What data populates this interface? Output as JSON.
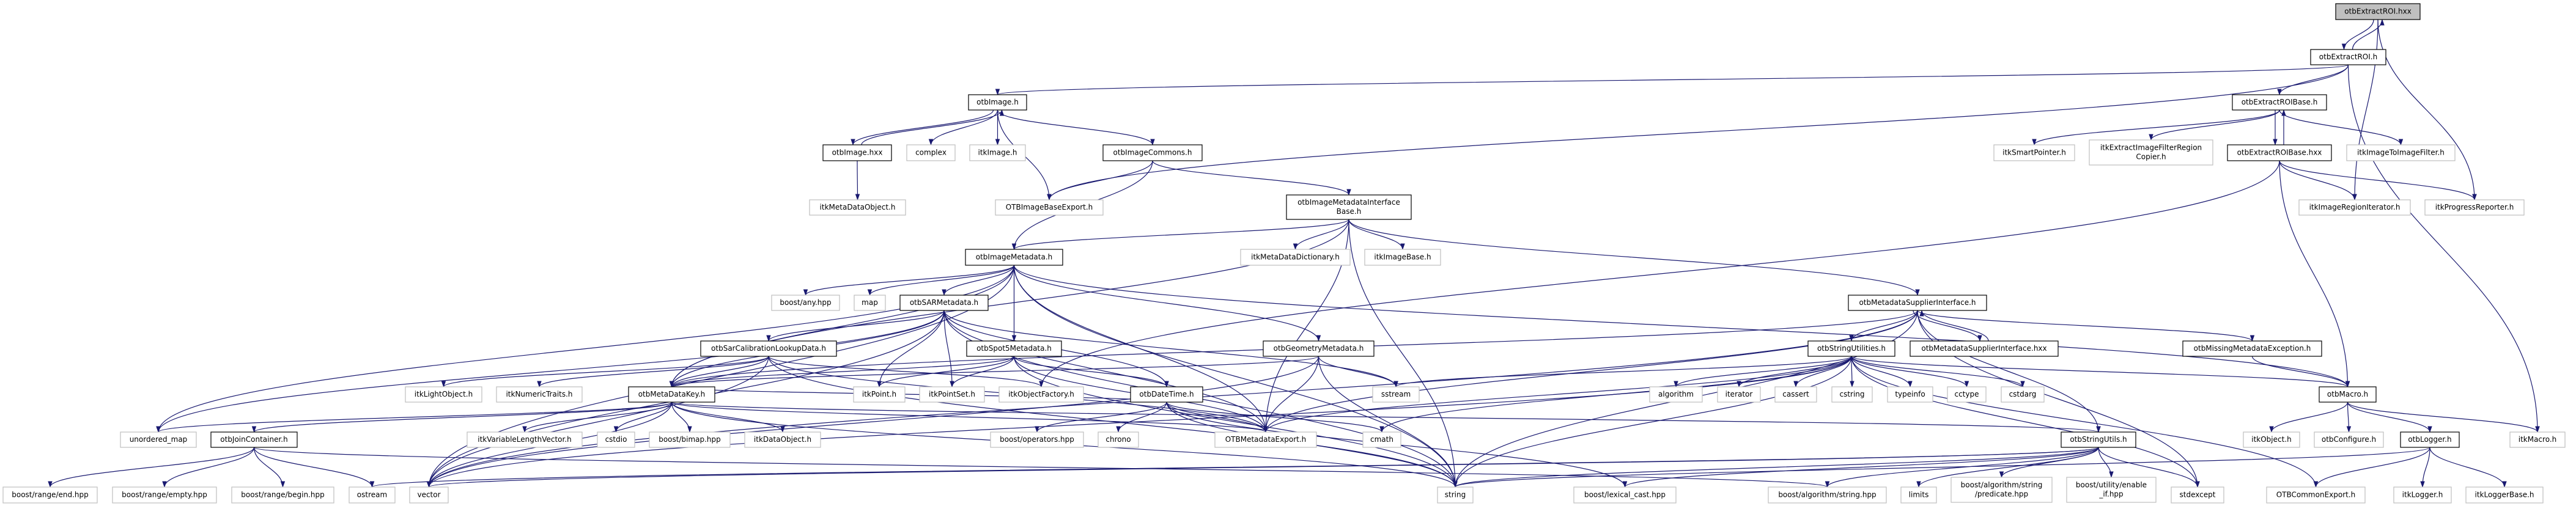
{
  "graph": {
    "edge_color": "#191970",
    "root_fill": "#bfbfbf",
    "documented_border": "#000000",
    "external_border": "#bfbfbf",
    "nodes": [
      {
        "id": "extractroi_hxx",
        "label": "otbExtractROI.hxx",
        "kind": "root"
      },
      {
        "id": "extractroi_h",
        "label": "otbExtractROI.h",
        "kind": "documented"
      },
      {
        "id": "otbimage_h",
        "label": "otbImage.h",
        "kind": "documented"
      },
      {
        "id": "extractroibase_h",
        "label": "otbExtractROIBase.h",
        "kind": "documented"
      },
      {
        "id": "otbimage_hxx",
        "label": "otbImage.hxx",
        "kind": "documented"
      },
      {
        "id": "complex",
        "label": "complex",
        "kind": "external"
      },
      {
        "id": "itkimage_h",
        "label": "itkImage.h",
        "kind": "external"
      },
      {
        "id": "imagecommons",
        "label": "otbImageCommons.h",
        "kind": "documented"
      },
      {
        "id": "itksmartpointer",
        "label": "itkSmartPointer.h",
        "kind": "external"
      },
      {
        "id": "itkextractcopier",
        "label": "itkExtractImageFilterRegion\nCopier.h",
        "kind": "external"
      },
      {
        "id": "extractroibase_hxx",
        "label": "otbExtractROIBase.hxx",
        "kind": "documented"
      },
      {
        "id": "itkimagetoimagefilter",
        "label": "itkImageToImageFilter.h",
        "kind": "external"
      },
      {
        "id": "itkmetadataobject",
        "label": "itkMetaDataObject.h",
        "kind": "external"
      },
      {
        "id": "otbimagebaseexport",
        "label": "OTBImageBaseExport.h",
        "kind": "external"
      },
      {
        "id": "imibase",
        "label": "otbImageMetadataInterface\nBase.h",
        "kind": "documented"
      },
      {
        "id": "itkimageregioniterator",
        "label": "itkImageRegionIterator.h",
        "kind": "external"
      },
      {
        "id": "itkprogressreporter",
        "label": "itkProgressReporter.h",
        "kind": "external"
      },
      {
        "id": "imagemetadata",
        "label": "otbImageMetadata.h",
        "kind": "documented"
      },
      {
        "id": "itkmetadatadictionary",
        "label": "itkMetaDataDictionary.h",
        "kind": "external"
      },
      {
        "id": "itkimagebase",
        "label": "itkImageBase.h",
        "kind": "external"
      },
      {
        "id": "boostany",
        "label": "boost/any.hpp",
        "kind": "external"
      },
      {
        "id": "map",
        "label": "map",
        "kind": "external"
      },
      {
        "id": "sarmetadata",
        "label": "otbSARMetadata.h",
        "kind": "documented"
      },
      {
        "id": "msi_h",
        "label": "otbMetadataSupplierInterface.h",
        "kind": "documented"
      },
      {
        "id": "sarcalib",
        "label": "otbSarCalibrationLookupData.h",
        "kind": "documented"
      },
      {
        "id": "spot5",
        "label": "otbSpot5Metadata.h",
        "kind": "documented"
      },
      {
        "id": "geometry",
        "label": "otbGeometryMetadata.h",
        "kind": "documented"
      },
      {
        "id": "stringutilities",
        "label": "otbStringUtilities.h",
        "kind": "documented"
      },
      {
        "id": "msi_hxx",
        "label": "otbMetadataSupplierInterface.hxx",
        "kind": "documented"
      },
      {
        "id": "missingexc",
        "label": "otbMissingMetadataException.h",
        "kind": "documented"
      },
      {
        "id": "itklightobject",
        "label": "itkLightObject.h",
        "kind": "external"
      },
      {
        "id": "itknumerictraits",
        "label": "itkNumericTraits.h",
        "kind": "external"
      },
      {
        "id": "metadatakey",
        "label": "otbMetaDataKey.h",
        "kind": "documented"
      },
      {
        "id": "itkpoint",
        "label": "itkPoint.h",
        "kind": "external"
      },
      {
        "id": "itkpointset",
        "label": "itkPointSet.h",
        "kind": "external"
      },
      {
        "id": "itkobjectfactory",
        "label": "itkObjectFactory.h",
        "kind": "external"
      },
      {
        "id": "datetime",
        "label": "otbDateTime.h",
        "kind": "documented"
      },
      {
        "id": "sstream",
        "label": "sstream",
        "kind": "external"
      },
      {
        "id": "algorithm",
        "label": "algorithm",
        "kind": "external"
      },
      {
        "id": "iterator",
        "label": "iterator",
        "kind": "external"
      },
      {
        "id": "cassert",
        "label": "cassert",
        "kind": "external"
      },
      {
        "id": "cstring",
        "label": "cstring",
        "kind": "external"
      },
      {
        "id": "typeinfo",
        "label": "typeinfo",
        "kind": "external"
      },
      {
        "id": "cctype",
        "label": "cctype",
        "kind": "external"
      },
      {
        "id": "cstdarg",
        "label": "cstdarg",
        "kind": "external"
      },
      {
        "id": "otbmacro",
        "label": "otbMacro.h",
        "kind": "documented"
      },
      {
        "id": "unordered_map",
        "label": "unordered_map",
        "kind": "external"
      },
      {
        "id": "joincontainer",
        "label": "otbJoinContainer.h",
        "kind": "documented"
      },
      {
        "id": "itkvariablelengthvector",
        "label": "itkVariableLengthVector.h",
        "kind": "external"
      },
      {
        "id": "cstdio",
        "label": "cstdio",
        "kind": "external"
      },
      {
        "id": "boostbimap",
        "label": "boost/bimap.hpp",
        "kind": "external"
      },
      {
        "id": "itkdataobject",
        "label": "itkDataObject.h",
        "kind": "external"
      },
      {
        "id": "boostoperators",
        "label": "boost/operators.hpp",
        "kind": "external"
      },
      {
        "id": "chrono",
        "label": "chrono",
        "kind": "external"
      },
      {
        "id": "otbmetadataexport",
        "label": "OTBMetadataExport.h",
        "kind": "external"
      },
      {
        "id": "cmath",
        "label": "cmath",
        "kind": "external"
      },
      {
        "id": "stringutils",
        "label": "otbStringUtils.h",
        "kind": "documented"
      },
      {
        "id": "itkobject",
        "label": "itkObject.h",
        "kind": "external"
      },
      {
        "id": "otbconfigure",
        "label": "otbConfigure.h",
        "kind": "external"
      },
      {
        "id": "otblogger",
        "label": "otbLogger.h",
        "kind": "documented"
      },
      {
        "id": "itkmacro",
        "label": "itkMacro.h",
        "kind": "external"
      },
      {
        "id": "rangeend",
        "label": "boost/range/end.hpp",
        "kind": "external"
      },
      {
        "id": "rangeempty",
        "label": "boost/range/empty.hpp",
        "kind": "external"
      },
      {
        "id": "rangebegin",
        "label": "boost/range/begin.hpp",
        "kind": "external"
      },
      {
        "id": "ostream",
        "label": "ostream",
        "kind": "external"
      },
      {
        "id": "vector",
        "label": "vector",
        "kind": "external"
      },
      {
        "id": "string",
        "label": "string",
        "kind": "external"
      },
      {
        "id": "lexicalcast",
        "label": "boost/lexical_cast.hpp",
        "kind": "external"
      },
      {
        "id": "boostalgostring",
        "label": "boost/algorithm/string.hpp",
        "kind": "external"
      },
      {
        "id": "limits",
        "label": "limits",
        "kind": "external"
      },
      {
        "id": "predicate",
        "label": "boost/algorithm/string\n/predicate.hpp",
        "kind": "external"
      },
      {
        "id": "enableif",
        "label": "boost/utility/enable\n_if.hpp",
        "kind": "external"
      },
      {
        "id": "stdexcept",
        "label": "stdexcept",
        "kind": "external"
      },
      {
        "id": "otbcommonexport",
        "label": "OTBCommonExport.h",
        "kind": "external"
      },
      {
        "id": "itklogger",
        "label": "itkLogger.h",
        "kind": "external"
      },
      {
        "id": "itkloggerbase",
        "label": "itkLoggerBase.h",
        "kind": "external"
      }
    ],
    "edges": [
      [
        "extractroi_hxx",
        "extractroi_h"
      ],
      [
        "extractroi_h",
        "extractroi_hxx"
      ],
      [
        "extractroi_hxx",
        "itkimageregioniterator"
      ],
      [
        "extractroi_hxx",
        "itkprogressreporter"
      ],
      [
        "extractroi_h",
        "otbimage_h"
      ],
      [
        "extractroi_h",
        "otbimagebaseexport"
      ],
      [
        "extractroi_h",
        "extractroibase_h"
      ],
      [
        "extractroi_h",
        "itkmacro"
      ],
      [
        "extractroibase_h",
        "itksmartpointer"
      ],
      [
        "extractroibase_h",
        "itkextractcopier"
      ],
      [
        "extractroibase_h",
        "extractroibase_hxx"
      ],
      [
        "extractroibase_h",
        "itkimagetoimagefilter"
      ],
      [
        "extractroibase_hxx",
        "extractroibase_h"
      ],
      [
        "extractroibase_hxx",
        "itkimageregioniterator"
      ],
      [
        "extractroibase_hxx",
        "itkprogressreporter"
      ],
      [
        "extractroibase_hxx",
        "otbmacro"
      ],
      [
        "extractroibase_hxx",
        "itkobjectfactory"
      ],
      [
        "otbimage_h",
        "otbimage_hxx"
      ],
      [
        "otbimage_hxx",
        "otbimage_h"
      ],
      [
        "otbimage_h",
        "complex"
      ],
      [
        "otbimage_h",
        "itkimage_h"
      ],
      [
        "otbimage_h",
        "otbimagebaseexport"
      ],
      [
        "otbimage_h",
        "imagecommons"
      ],
      [
        "otbimage_hxx",
        "itkmetadataobject"
      ],
      [
        "imagecommons",
        "otbimagebaseexport"
      ],
      [
        "imagecommons",
        "imagemetadata"
      ],
      [
        "imagecommons",
        "imibase"
      ],
      [
        "imibase",
        "imagemetadata"
      ],
      [
        "imibase",
        "itkmetadatadictionary"
      ],
      [
        "imibase",
        "itkimagebase"
      ],
      [
        "imibase",
        "msi_h"
      ],
      [
        "imibase",
        "metadatakey"
      ],
      [
        "imibase",
        "otbmetadataexport"
      ],
      [
        "imibase",
        "string"
      ],
      [
        "imagemetadata",
        "boostany"
      ],
      [
        "imagemetadata",
        "map"
      ],
      [
        "imagemetadata",
        "sarmetadata"
      ],
      [
        "imagemetadata",
        "spot5"
      ],
      [
        "imagemetadata",
        "geometry"
      ],
      [
        "imagemetadata",
        "metadatakey"
      ],
      [
        "imagemetadata",
        "unordered_map"
      ],
      [
        "imagemetadata",
        "vector"
      ],
      [
        "imagemetadata",
        "string"
      ],
      [
        "imagemetadata",
        "otbmetadataexport"
      ],
      [
        "imagemetadata",
        "otbmacro"
      ],
      [
        "sarmetadata",
        "sarcalib"
      ],
      [
        "sarmetadata",
        "itkpoint"
      ],
      [
        "sarmetadata",
        "itkpointset"
      ],
      [
        "sarmetadata",
        "metadatakey"
      ],
      [
        "sarmetadata",
        "otbmetadataexport"
      ],
      [
        "sarmetadata",
        "datetime"
      ],
      [
        "sarmetadata",
        "sstream"
      ],
      [
        "sarmetadata",
        "string"
      ],
      [
        "sarmetadata",
        "vector"
      ],
      [
        "sarmetadata",
        "unordered_map"
      ],
      [
        "sarcalib",
        "itklightobject"
      ],
      [
        "sarcalib",
        "itknumerictraits"
      ],
      [
        "sarcalib",
        "metadatakey"
      ],
      [
        "sarcalib",
        "otbmetadataexport"
      ],
      [
        "sarcalib",
        "itkobjectfactory"
      ],
      [
        "sarcalib",
        "string"
      ],
      [
        "sarcalib",
        "vector"
      ],
      [
        "spot5",
        "itkpoint"
      ],
      [
        "spot5",
        "itkpointset"
      ],
      [
        "spot5",
        "datetime"
      ],
      [
        "spot5",
        "otbmetadataexport"
      ],
      [
        "spot5",
        "string"
      ],
      [
        "spot5",
        "metadatakey"
      ],
      [
        "geometry",
        "metadatakey"
      ],
      [
        "geometry",
        "otbmetadataexport"
      ],
      [
        "geometry",
        "sstream"
      ],
      [
        "geometry",
        "string"
      ],
      [
        "geometry",
        "vector"
      ],
      [
        "metadatakey",
        "unordered_map"
      ],
      [
        "metadatakey",
        "joincontainer"
      ],
      [
        "metadatakey",
        "itkvariablelengthvector"
      ],
      [
        "metadatakey",
        "cstdio"
      ],
      [
        "metadatakey",
        "boostbimap"
      ],
      [
        "metadatakey",
        "itkdataobject"
      ],
      [
        "metadatakey",
        "vector"
      ],
      [
        "metadatakey",
        "string"
      ],
      [
        "metadatakey",
        "stringutils"
      ],
      [
        "metadatakey",
        "otbmetadataexport"
      ],
      [
        "metadatakey",
        "datetime"
      ],
      [
        "joincontainer",
        "rangeend"
      ],
      [
        "joincontainer",
        "rangeempty"
      ],
      [
        "joincontainer",
        "rangebegin"
      ],
      [
        "joincontainer",
        "ostream"
      ],
      [
        "joincontainer",
        "boostalgostring"
      ],
      [
        "datetime",
        "boostoperators"
      ],
      [
        "datetime",
        "chrono"
      ],
      [
        "datetime",
        "otbmetadataexport"
      ],
      [
        "datetime",
        "cmath"
      ],
      [
        "datetime",
        "string"
      ],
      [
        "datetime",
        "lexicalcast"
      ],
      [
        "msi_h",
        "stringutilities"
      ],
      [
        "msi_h",
        "msi_hxx"
      ],
      [
        "msi_hxx",
        "msi_h"
      ],
      [
        "msi_h",
        "missingexc"
      ],
      [
        "msi_h",
        "metadatakey"
      ],
      [
        "msi_h",
        "otbmetadataexport"
      ],
      [
        "msi_h",
        "string"
      ],
      [
        "msi_h",
        "stringutils"
      ],
      [
        "msi_h",
        "stdexcept"
      ],
      [
        "msi_h",
        "vector"
      ],
      [
        "stringutilities",
        "sstream"
      ],
      [
        "stringutilities",
        "algorithm"
      ],
      [
        "stringutilities",
        "iterator"
      ],
      [
        "stringutilities",
        "cassert"
      ],
      [
        "stringutilities",
        "cstring"
      ],
      [
        "stringutilities",
        "typeinfo"
      ],
      [
        "stringutilities",
        "cctype"
      ],
      [
        "stringutilities",
        "cstdarg"
      ],
      [
        "stringutilities",
        "otbmacro"
      ],
      [
        "stringutilities",
        "string"
      ],
      [
        "stringutilities",
        "stdexcept"
      ],
      [
        "stringutilities",
        "otbcommonexport"
      ],
      [
        "stringutilities",
        "cmath"
      ],
      [
        "stringutilities",
        "otbmetadataexport"
      ],
      [
        "stringutilities",
        "vector"
      ],
      [
        "missingexc",
        "otbmacro"
      ],
      [
        "otbmacro",
        "itkobject"
      ],
      [
        "otbmacro",
        "otbconfigure"
      ],
      [
        "otbmacro",
        "otblogger"
      ],
      [
        "otbmacro",
        "itkmacro"
      ],
      [
        "otblogger",
        "otbcommonexport"
      ],
      [
        "otblogger",
        "itklogger"
      ],
      [
        "otblogger",
        "itkloggerbase"
      ],
      [
        "otblogger",
        "string"
      ],
      [
        "stringutils",
        "boostalgostring"
      ],
      [
        "stringutils",
        "limits"
      ],
      [
        "stringutils",
        "predicate"
      ],
      [
        "stringutils",
        "enableif"
      ],
      [
        "stringutils",
        "stdexcept"
      ],
      [
        "stringutils",
        "string"
      ],
      [
        "stringutils",
        "vector"
      ],
      [
        "stringutils",
        "lexicalcast"
      ],
      [
        "stringutils",
        "ostream"
      ]
    ]
  }
}
